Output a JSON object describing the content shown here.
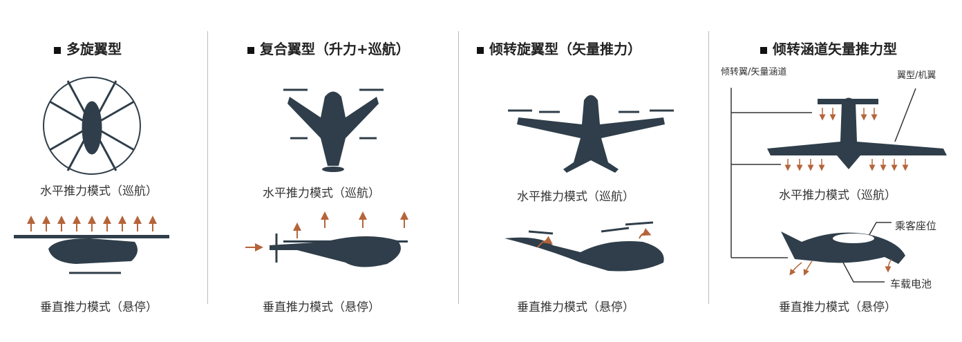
{
  "colors": {
    "aircraft": "#2f3e4a",
    "arrow": "#b5643a",
    "text": "#333333"
  },
  "panels": [
    {
      "title": "多旋翼型",
      "cruise_label": "水平推力模式（巡航）",
      "hover_label": "垂直推力模式（悬停）"
    },
    {
      "title": "复合翼型（升力+巡航）",
      "cruise_label": "水平推力模式（巡航）",
      "hover_label": "垂直推力模式（悬停）"
    },
    {
      "title": "倾转旋翼型（矢量推力）",
      "cruise_label": "水平推力模式（巡航）",
      "hover_label": "垂直推力模式（悬停）"
    },
    {
      "title": "倾转涵道矢量推力型",
      "cruise_label": "水平推力模式（巡航）",
      "hover_label": "垂直推力模式（悬停）",
      "callouts": {
        "duct": "倾转翼/矢量涵道",
        "wing": "翼型/机翼",
        "seat": "乘客座位",
        "battery": "车载电池"
      }
    }
  ]
}
